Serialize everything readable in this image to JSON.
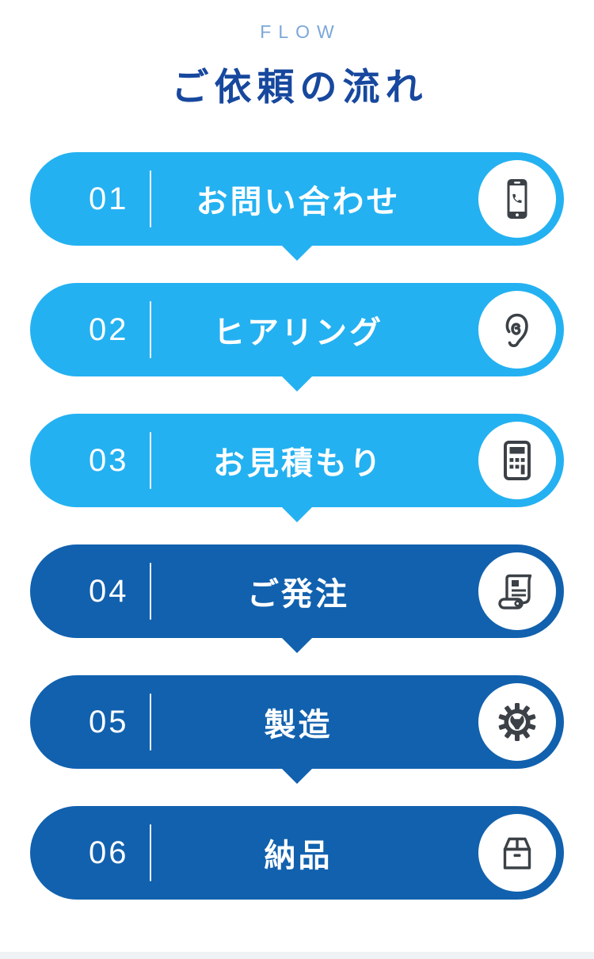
{
  "page": {
    "background_color": "#ffffff",
    "footer_bar_color": "#eff2f5"
  },
  "header": {
    "eyebrow": "FLOW",
    "eyebrow_color": "#7BA7D9",
    "title": "ご依頼の流れ",
    "title_color": "#17489E"
  },
  "colors": {
    "light_blue": "#24B1F1",
    "dark_blue": "#1161AE",
    "icon_gray": "#3B4146",
    "text_white": "#ffffff"
  },
  "steps": [
    {
      "number": "01",
      "label": "お問い合わせ",
      "icon": "smartphone-call-icon",
      "color": "#24B1F1",
      "has_arrow": true
    },
    {
      "number": "02",
      "label": "ヒアリング",
      "icon": "ear-icon",
      "color": "#24B1F1",
      "has_arrow": true
    },
    {
      "number": "03",
      "label": "お見積もり",
      "icon": "calculator-icon",
      "color": "#24B1F1",
      "has_arrow": true
    },
    {
      "number": "04",
      "label": "ご発注",
      "icon": "order-scroll-icon",
      "color": "#1161AE",
      "has_arrow": true
    },
    {
      "number": "05",
      "label": "製造",
      "icon": "gear-wrench-icon",
      "color": "#1161AE",
      "has_arrow": true
    },
    {
      "number": "06",
      "label": "納品",
      "icon": "delivery-box-icon",
      "color": "#1161AE",
      "has_arrow": false
    }
  ]
}
